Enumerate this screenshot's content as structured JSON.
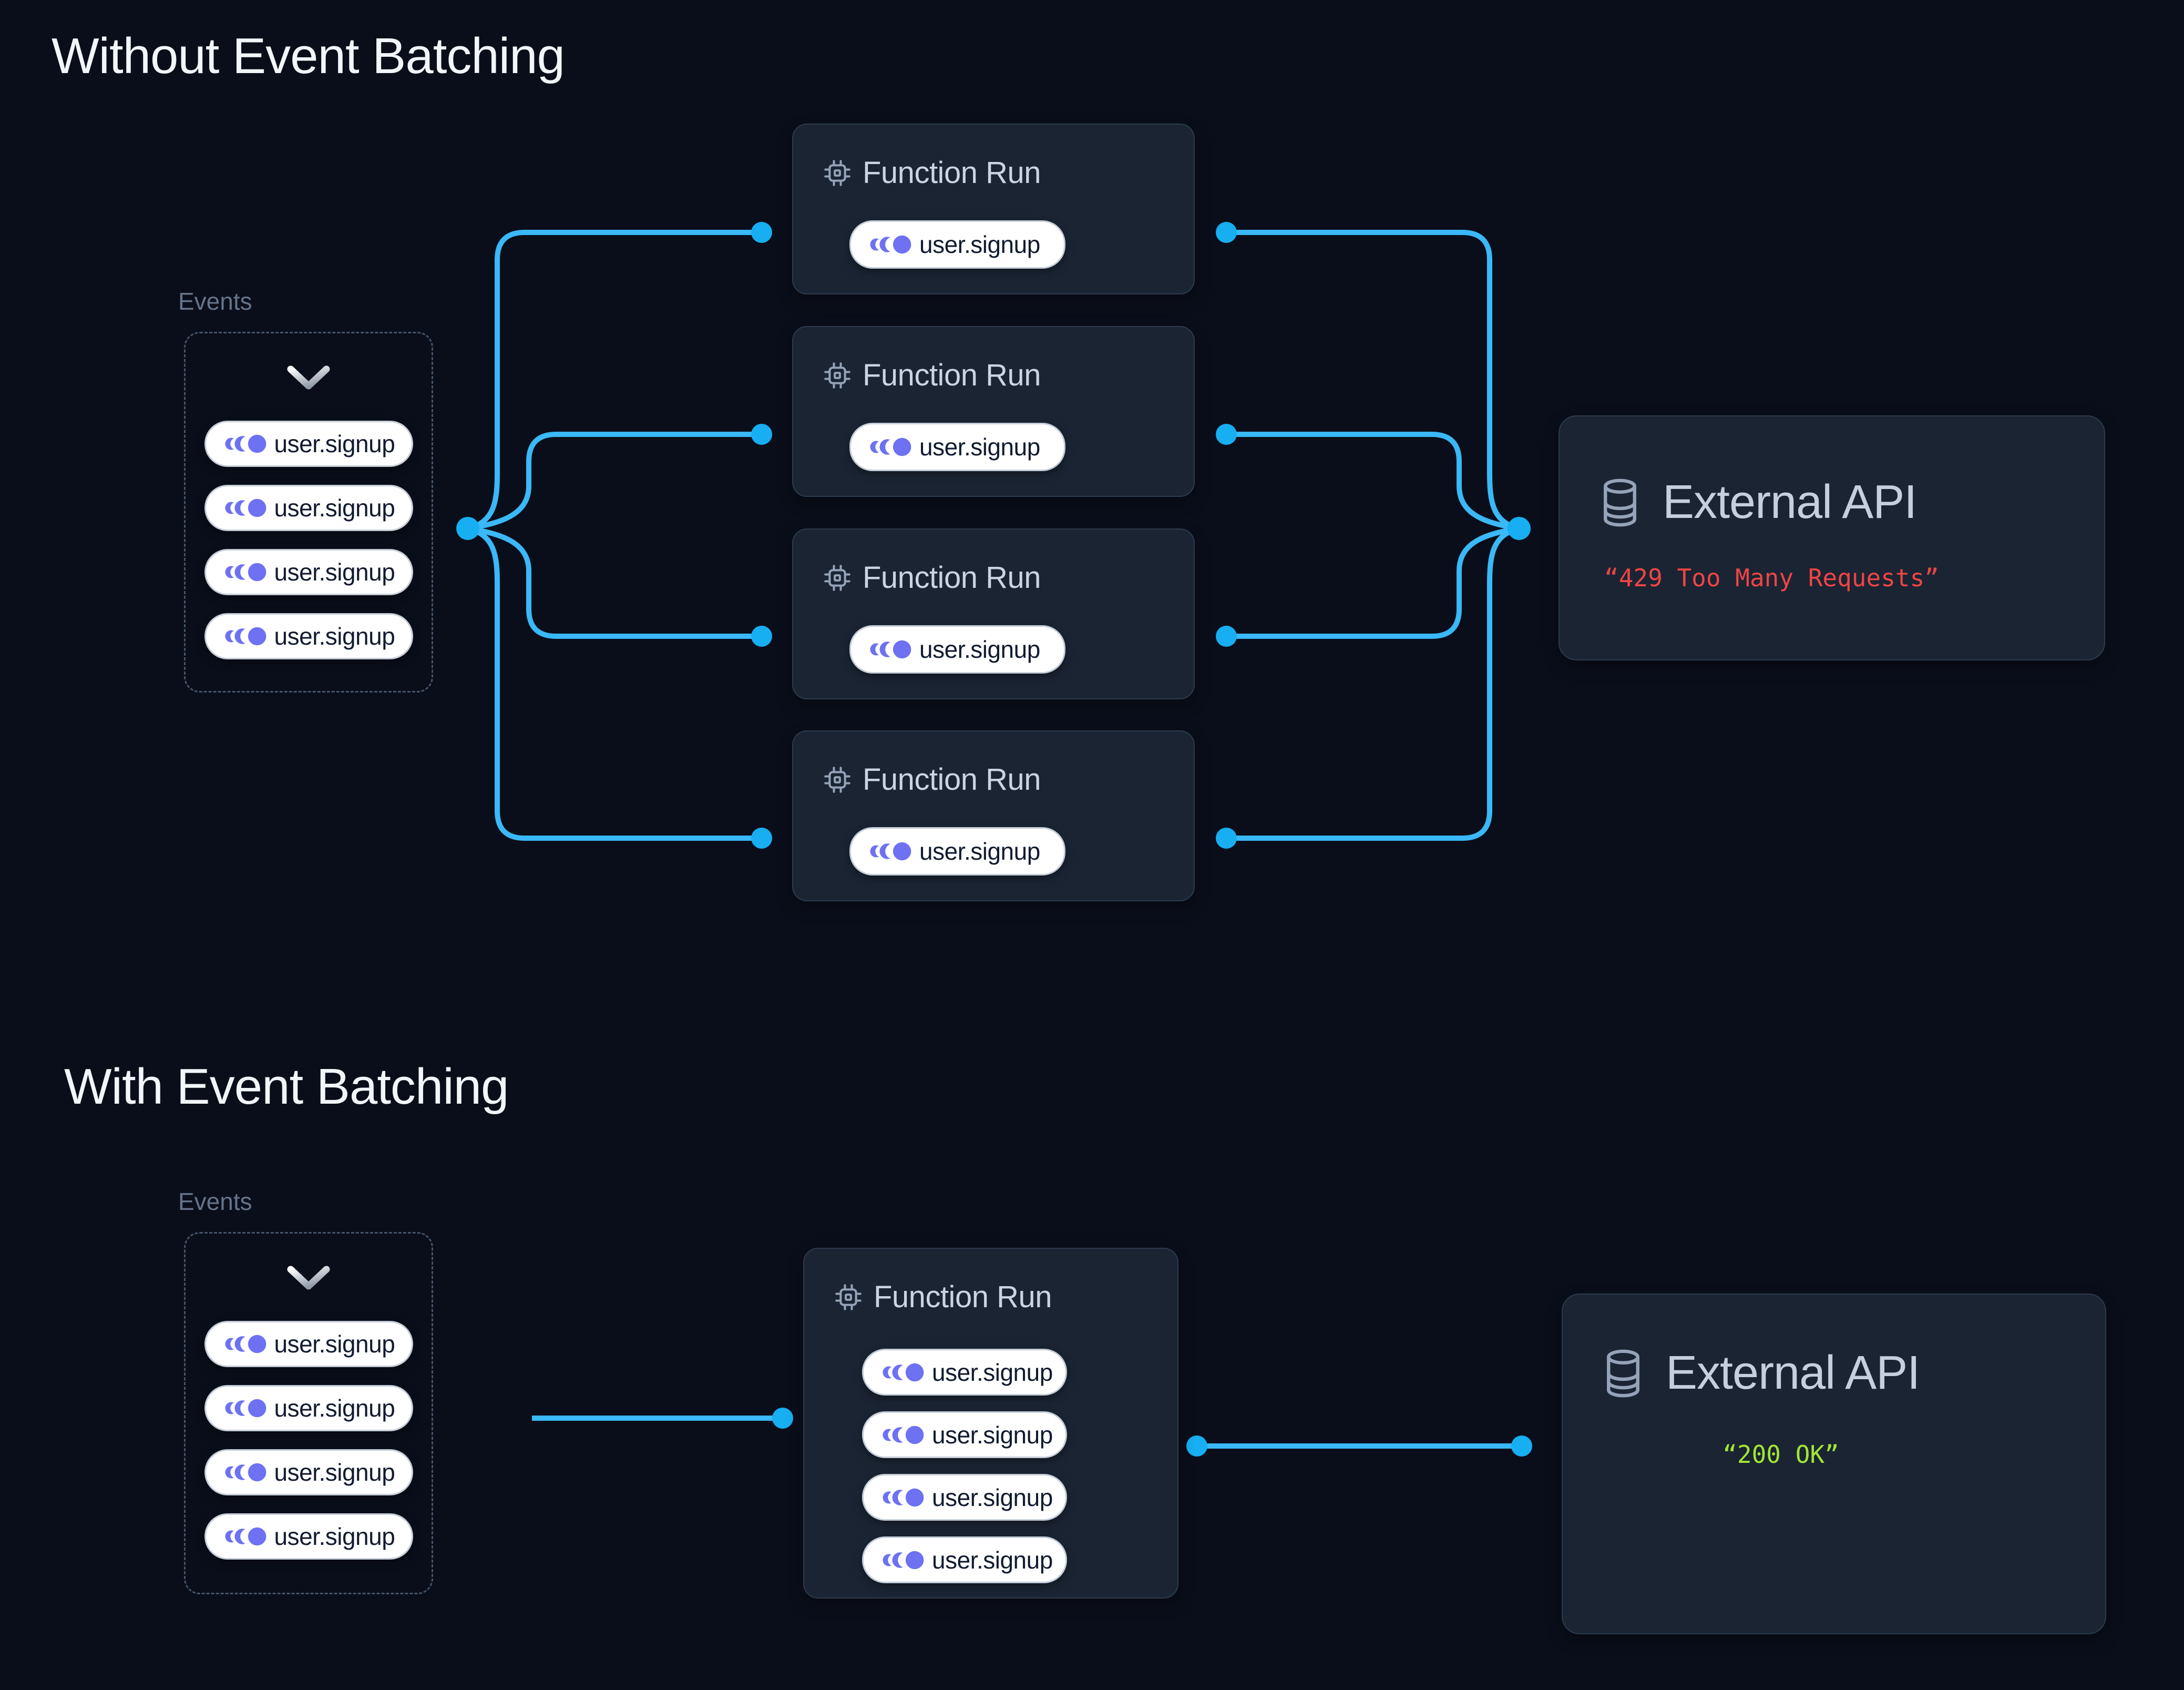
{
  "colors": {
    "background": "#0a0e1a",
    "card_background": "#1a2433",
    "card_border": "#2d3b4f",
    "dashed_border": "#44536a",
    "connector_line": "#3ab8f7",
    "connector_dot": "#17aef2",
    "event_icon_indigo": "#6d71f2",
    "error_red": "#ee4545",
    "success_green": "#a3e635",
    "heading_text": "#f2f6fa",
    "muted_label": "#64748b"
  },
  "sections": [
    {
      "title": "Without Event Batching",
      "events_label": "Events",
      "event_pills": [
        "user.signup",
        "user.signup",
        "user.signup",
        "user.signup"
      ],
      "function_runs": [
        {
          "title": "Function Run",
          "pills": [
            "user.signup"
          ]
        },
        {
          "title": "Function Run",
          "pills": [
            "user.signup"
          ]
        },
        {
          "title": "Function Run",
          "pills": [
            "user.signup"
          ]
        },
        {
          "title": "Function Run",
          "pills": [
            "user.signup"
          ]
        }
      ],
      "external_api": {
        "title": "External API",
        "status": "“429 Too Many Requests”"
      }
    },
    {
      "title": "With Event Batching",
      "events_label": "Events",
      "event_pills": [
        "user.signup",
        "user.signup",
        "user.signup",
        "user.signup"
      ],
      "function_runs": [
        {
          "title": "Function Run",
          "pills": [
            "user.signup",
            "user.signup",
            "user.signup",
            "user.signup"
          ]
        }
      ],
      "external_api": {
        "title": "External API",
        "status": "“200 OK”"
      }
    }
  ]
}
